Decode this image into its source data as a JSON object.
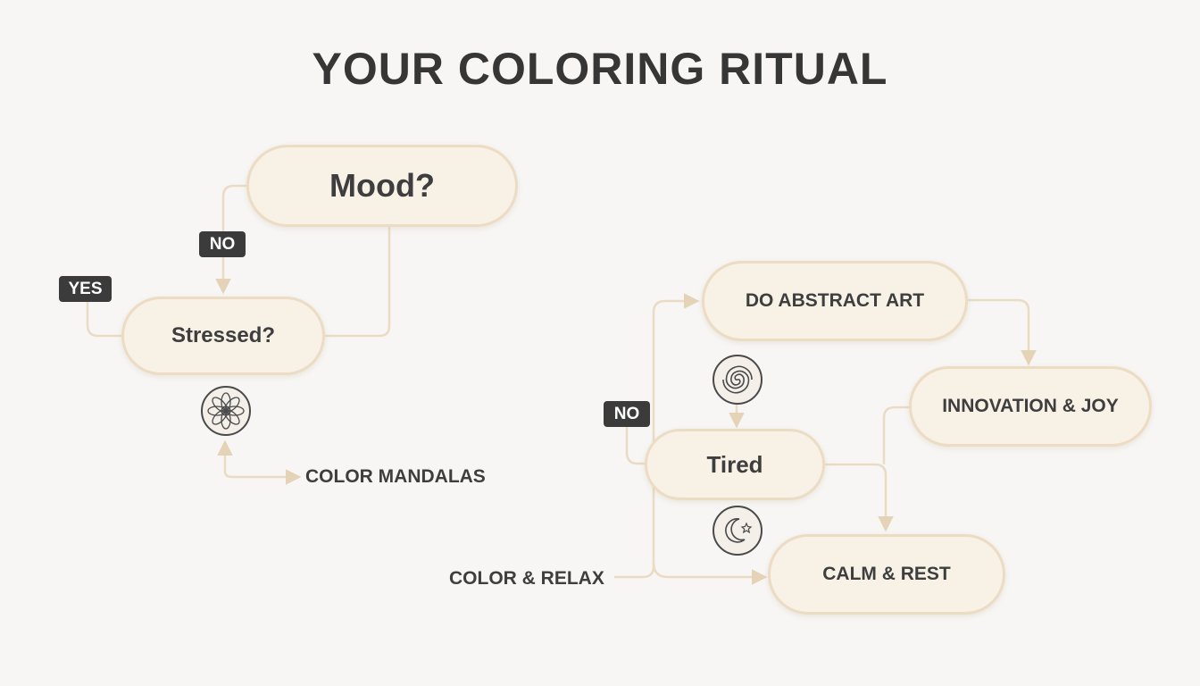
{
  "title": "YOUR COLORING RITUAL",
  "nodes": {
    "mood": "Mood?",
    "stressed": "Stressed?",
    "abstract_art": "DO ABSTRACT ART",
    "innovation_joy": "INNOVATION & JOY",
    "tired": "Tired",
    "calm_rest": "CALM & REST"
  },
  "badges": {
    "no_left": "NO",
    "yes_left": "YES",
    "no_right": "NO"
  },
  "labels": {
    "color_mandalas": "COLOR MANDALAS",
    "color_relax": "COLOR & RELAX"
  },
  "icons": {
    "mandala": "mandala-icon",
    "spiral": "spiral-icon",
    "moon": "moon-star-icon"
  },
  "colors": {
    "node_fill": "#f8f1e6",
    "node_border": "#ecdcc4",
    "connector": "#eadbc4",
    "badge": "#3b3b3b",
    "title": "#363636"
  }
}
